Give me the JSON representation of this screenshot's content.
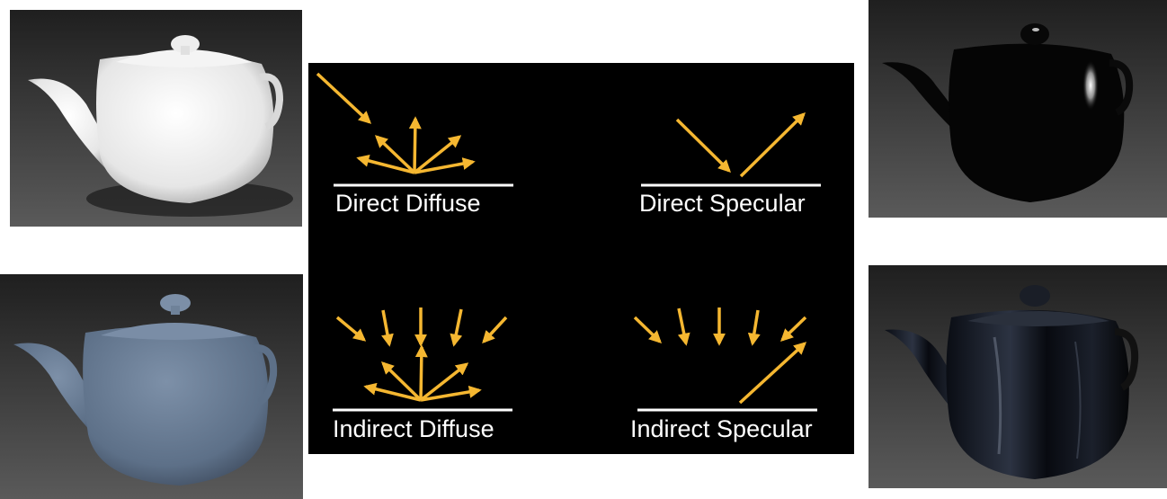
{
  "labels": {
    "direct_diffuse": "Direct Diffuse",
    "direct_specular": "Direct Specular",
    "indirect_diffuse": "Indirect Diffuse",
    "indirect_specular": "Indirect Specular"
  },
  "colors": {
    "arrow": "#f5b731",
    "surface_line": "#ffffff",
    "diagram_background": "#000000",
    "teapot_white": "#f2f2f2",
    "teapot_blue": "#6a7d95",
    "teapot_black": "#050505"
  },
  "images": [
    {
      "name": "teapot-direct-diffuse",
      "material": "white matte"
    },
    {
      "name": "teapot-indirect-diffuse",
      "material": "blue-grey matte"
    },
    {
      "name": "teapot-direct-specular",
      "material": "black with single highlight"
    },
    {
      "name": "teapot-indirect-specular",
      "material": "black glossy reflections"
    }
  ]
}
